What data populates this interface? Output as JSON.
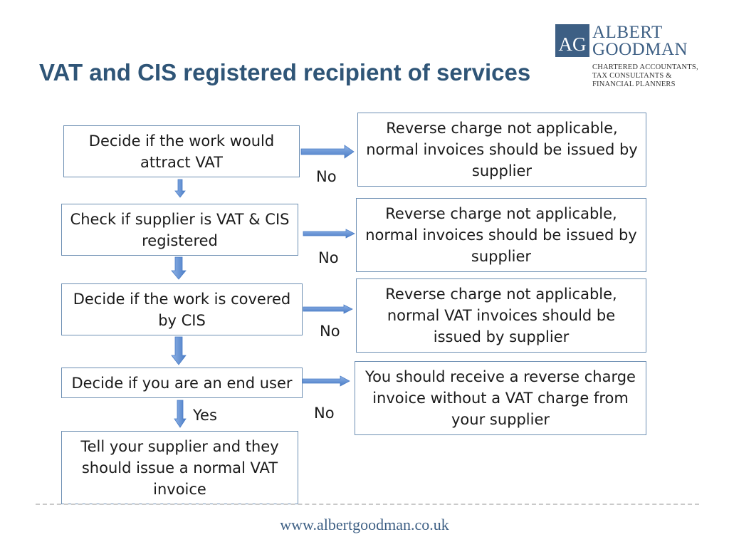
{
  "slide": {
    "title": "VAT and CIS registered recipient of services",
    "footer_url": "www.albertgoodman.co.uk"
  },
  "logo": {
    "mark": "AG",
    "name_line1": "ALBERT",
    "name_line2": "GOODMAN",
    "tagline": [
      "CHARTERED ACCOUNTANTS,",
      "TAX CONSULTANTS &",
      "FINANCIAL PLANNERS"
    ]
  },
  "flow": {
    "steps": [
      "Decide if the work would attract VAT",
      "Check if supplier is VAT & CIS registered",
      "Decide if the work is covered by CIS",
      "Decide if you are an end user",
      "Tell your supplier and they should issue a normal VAT invoice"
    ],
    "outcomes": [
      "Reverse charge not applicable, normal invoices should be issued by supplier",
      "Reverse charge not applicable, normal invoices should be issued by supplier",
      "Reverse charge not applicable, normal VAT invoices should be issued by supplier",
      "You should receive a reverse charge invoice without a VAT charge from your supplier"
    ],
    "labels": {
      "no_1": "No",
      "no_2": "No",
      "no_3": "No",
      "no_4": "No",
      "yes": "Yes"
    }
  },
  "colors": {
    "title": "#2f5577",
    "box_border": "#6d8fb3",
    "arrow": "#5b8bd0",
    "brand": "#3d5f84"
  }
}
